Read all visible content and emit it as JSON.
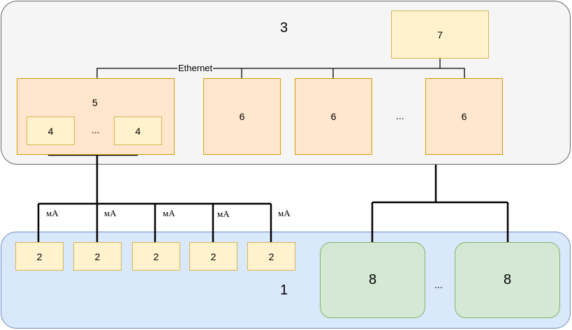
{
  "zones": {
    "outer_label": "3",
    "lower_label": "1"
  },
  "boxes": {
    "box7": "7",
    "box5": "5",
    "box4": [
      "4",
      "4"
    ],
    "box4_ellipsis": "...",
    "box6": [
      "6",
      "6",
      "6"
    ],
    "box6_ellipsis": "...",
    "box2": [
      "2",
      "2",
      "2",
      "2",
      "2"
    ],
    "box8": [
      "8",
      "8"
    ],
    "box8_ellipsis": "..."
  },
  "links": {
    "ethernet": "Ethernet",
    "ma": [
      "мА",
      "мА",
      "мА",
      "мА",
      "мА"
    ]
  },
  "colors": {
    "zone_grey": "#f5f5f5",
    "zone_blue": "#dae8fc",
    "orange": "#ffe6cc",
    "yellow": "#fff2cc",
    "green": "#d5e8d4"
  }
}
